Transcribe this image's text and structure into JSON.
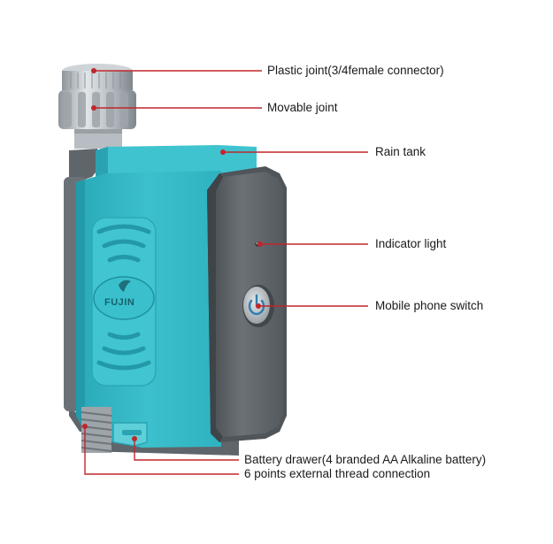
{
  "brand": {
    "logo_text": "FUJIN"
  },
  "callouts": [
    {
      "id": "plastic-joint",
      "text": "Plastic joint(3/4female connector)"
    },
    {
      "id": "movable-joint",
      "text": "Movable joint"
    },
    {
      "id": "rain-tank",
      "text": "Rain tank"
    },
    {
      "id": "indicator-light",
      "text": "Indicator light"
    },
    {
      "id": "mobile-phone-switch",
      "text": "Mobile phone switch"
    },
    {
      "id": "battery-drawer",
      "text": "Battery drawer(4 branded AA Alkaline battery)"
    },
    {
      "id": "external-thread",
      "text": "6 points external thread connection"
    }
  ],
  "colors": {
    "body_cyan": "#35b8c6",
    "body_cyan_dark": "#1f98a8",
    "housing_gray": "#6e7479",
    "panel_gray": "#5d6368",
    "connector_gray": "#b9bfc4",
    "leader_line": "#c0262b"
  }
}
